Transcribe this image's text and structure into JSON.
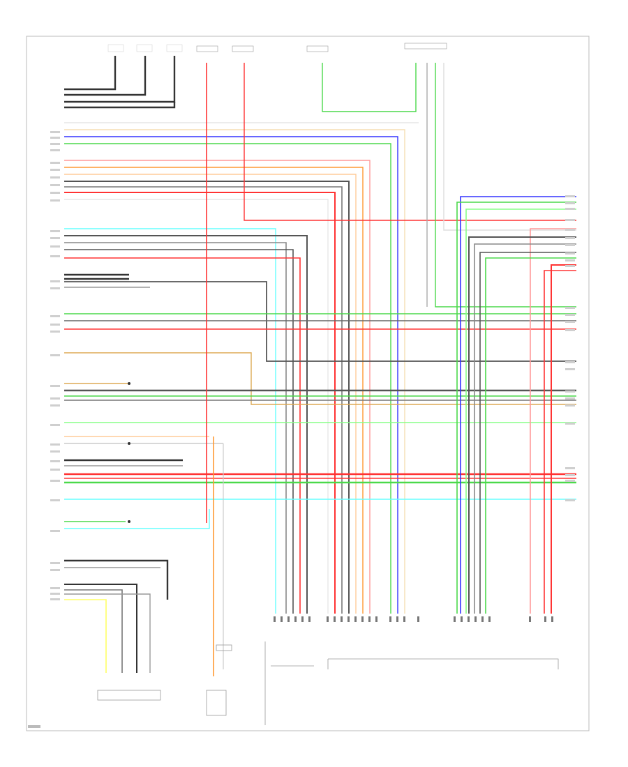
{
  "wires": [
    {
      "key": "h01",
      "color": "#444444"
    },
    {
      "key": "h02",
      "color": "#444444"
    },
    {
      "key": "h03",
      "color": "#444444"
    },
    {
      "key": "h04",
      "color": "#ffffff"
    },
    {
      "key": "h05",
      "color": "#f5deb3"
    },
    {
      "key": "h06",
      "color": "#0000ff"
    },
    {
      "key": "h07",
      "color": "#4bd94b"
    },
    {
      "key": "h08",
      "color": "#ff9999"
    },
    {
      "key": "h09",
      "color": "#ff9933"
    },
    {
      "key": "h10",
      "color": "#ffcc99"
    },
    {
      "key": "h11",
      "color": "#555555"
    },
    {
      "key": "h12",
      "color": "#ff3333"
    },
    {
      "key": "h13",
      "color": "#ffffff"
    },
    {
      "key": "h14",
      "color": "#ff3333"
    },
    {
      "key": "h15",
      "color": "#66ffff"
    },
    {
      "key": "h16",
      "color": "#555555"
    },
    {
      "key": "h17",
      "color": "#888888"
    },
    {
      "key": "h18",
      "color": "#ff3333"
    },
    {
      "key": "h19",
      "color": "#555555"
    },
    {
      "key": "h20",
      "color": "#4bd94b"
    },
    {
      "key": "h21",
      "color": "#ff3333"
    },
    {
      "key": "h22",
      "color": "#ddaa55"
    },
    {
      "key": "h23",
      "color": "#aaaaaa"
    },
    {
      "key": "h24",
      "color": "#ff9933"
    },
    {
      "key": "h25",
      "color": "#555555"
    },
    {
      "key": "h26",
      "color": "#4bd94b"
    },
    {
      "key": "h27",
      "color": "#ddaa55"
    },
    {
      "key": "h28",
      "color": "#88ff88"
    },
    {
      "key": "h29",
      "color": "#ffcc99"
    },
    {
      "key": "h30",
      "color": "#ff3333"
    },
    {
      "key": "h31",
      "color": "#4bd94b"
    },
    {
      "key": "h32",
      "color": "#66ffff"
    },
    {
      "key": "h33",
      "color": "#4bd94b"
    },
    {
      "key": "h34",
      "color": "#66ffff"
    },
    {
      "key": "h35",
      "color": "#555555"
    },
    {
      "key": "h36",
      "color": "#ffff66"
    },
    {
      "key": "v_red_main",
      "color": "#ff3333"
    },
    {
      "key": "v_red_2",
      "color": "#ff3333"
    },
    {
      "key": "v_green_top",
      "color": "#4bd94b"
    },
    {
      "key": "v_blue",
      "color": "#0000ff"
    },
    {
      "key": "v_green_r",
      "color": "#4bd94b"
    },
    {
      "key": "v_orange",
      "color": "#ff9933"
    },
    {
      "key": "v_cyan",
      "color": "#66ffff"
    },
    {
      "key": "v_yellow",
      "color": "#ffff66"
    }
  ],
  "components": {
    "top_connectors": [
      "",
      "",
      ""
    ],
    "right_connector": "",
    "bottom_left_module": "",
    "bottom_mid_module": "",
    "bottom_right_module": ""
  }
}
